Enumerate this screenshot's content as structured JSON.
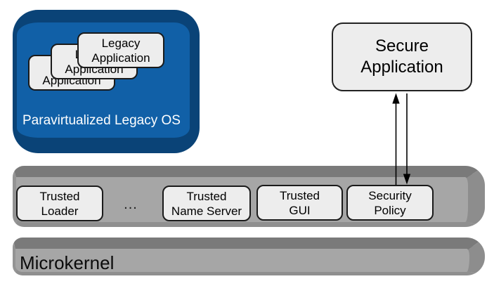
{
  "diagram": {
    "legacy_os": {
      "label": "Paravirtualized Legacy OS",
      "fill_color": "#1160A7",
      "bevel_color": "#0A4377",
      "applications": [
        {
          "label": "Legacy\nApplication"
        },
        {
          "label": "Legacy\nApplication"
        },
        {
          "label": "Legacy\nApplication"
        }
      ]
    },
    "secure_application": {
      "label": "Secure\nApplication"
    },
    "trusted_layer": {
      "fill_color": "#A6A6A6",
      "bevel_color": "#7A7A7A",
      "ellipsis": "...",
      "items": [
        {
          "label": "Trusted\nLoader"
        },
        {
          "label": "Trusted\nName Server"
        },
        {
          "label": "Trusted\nGUI"
        },
        {
          "label": "Security\nPolicy"
        }
      ]
    },
    "microkernel": {
      "label": "Microkernel"
    },
    "node_style": {
      "fill_color": "#EDEDED",
      "border_color": "#1A1A1A"
    },
    "connections": [
      {
        "from": "Security Policy",
        "to": "Secure Application",
        "direction": "up"
      },
      {
        "from": "Secure Application",
        "to": "Security Policy",
        "direction": "down"
      }
    ]
  }
}
